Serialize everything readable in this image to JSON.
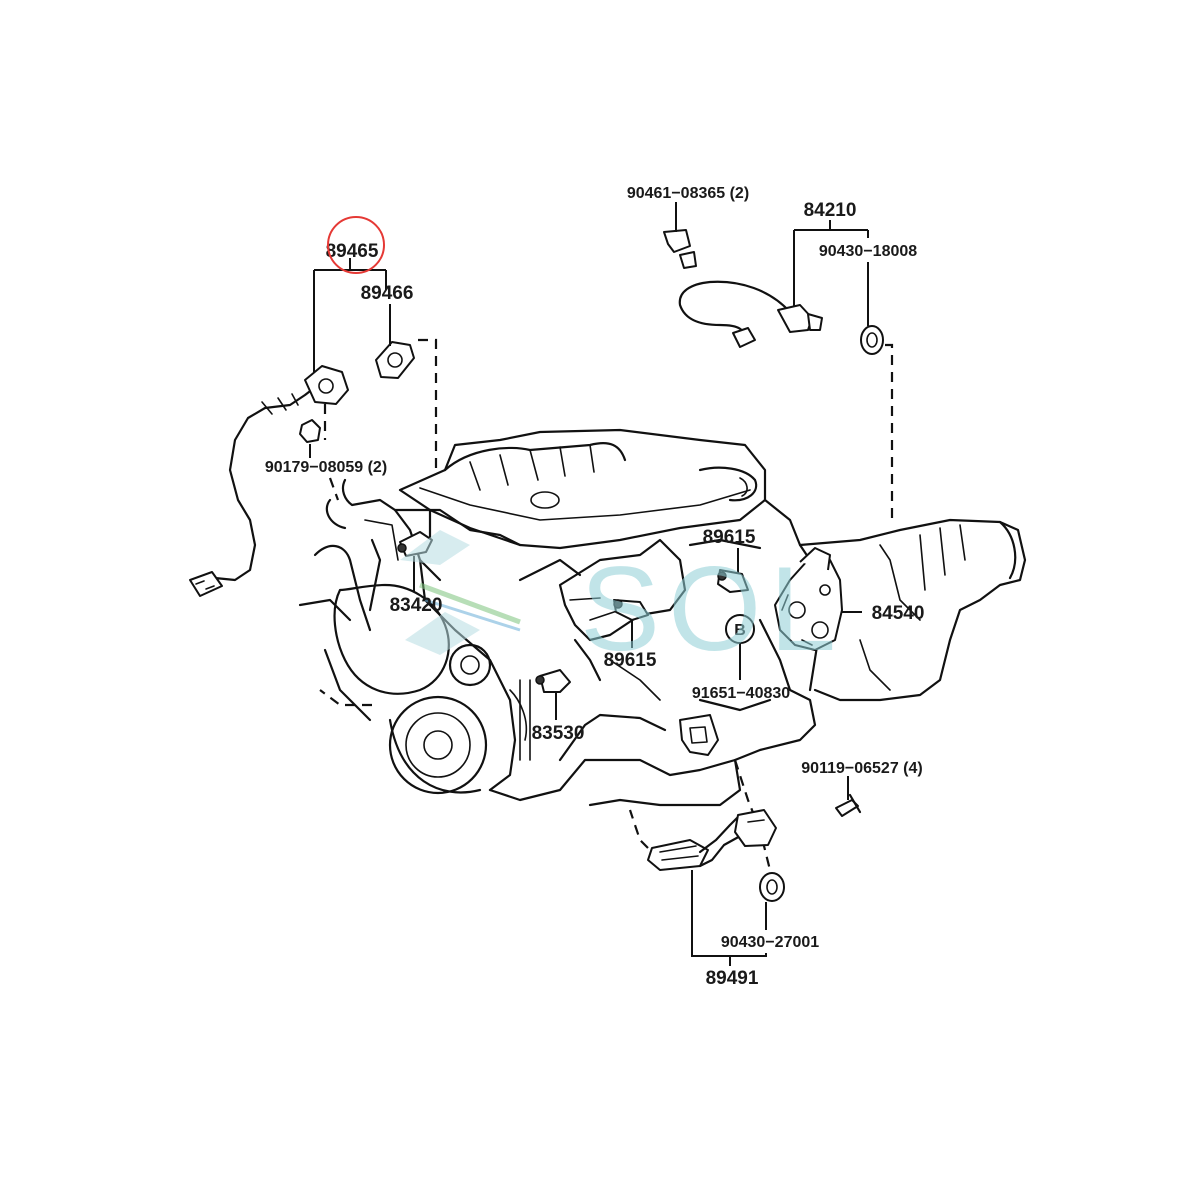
{
  "labels": {
    "p89465": "89465",
    "p89466": "89466",
    "p90179": "90179−08059 (2)",
    "p90461": "90461−08365 (2)",
    "p84210": "84210",
    "p90430a": "90430−18008",
    "p89615a": "89615",
    "p83420": "83420",
    "p89615b": "89615",
    "p84540": "84540",
    "circleB": "B",
    "p91651": "91651−40830",
    "p83530": "83530",
    "p90119": "90119−06527 (4)",
    "p90430b": "90430−27001",
    "p89491": "89491"
  },
  "watermark": {
    "text": "SOL"
  },
  "highlight": {
    "target_part": "89465",
    "color": "#e53935"
  },
  "colors": {
    "line": "#111111",
    "watermark_text": "#8fcfd6",
    "watermark_green": "#7dc47d",
    "watermark_blue": "#6aaed8"
  }
}
